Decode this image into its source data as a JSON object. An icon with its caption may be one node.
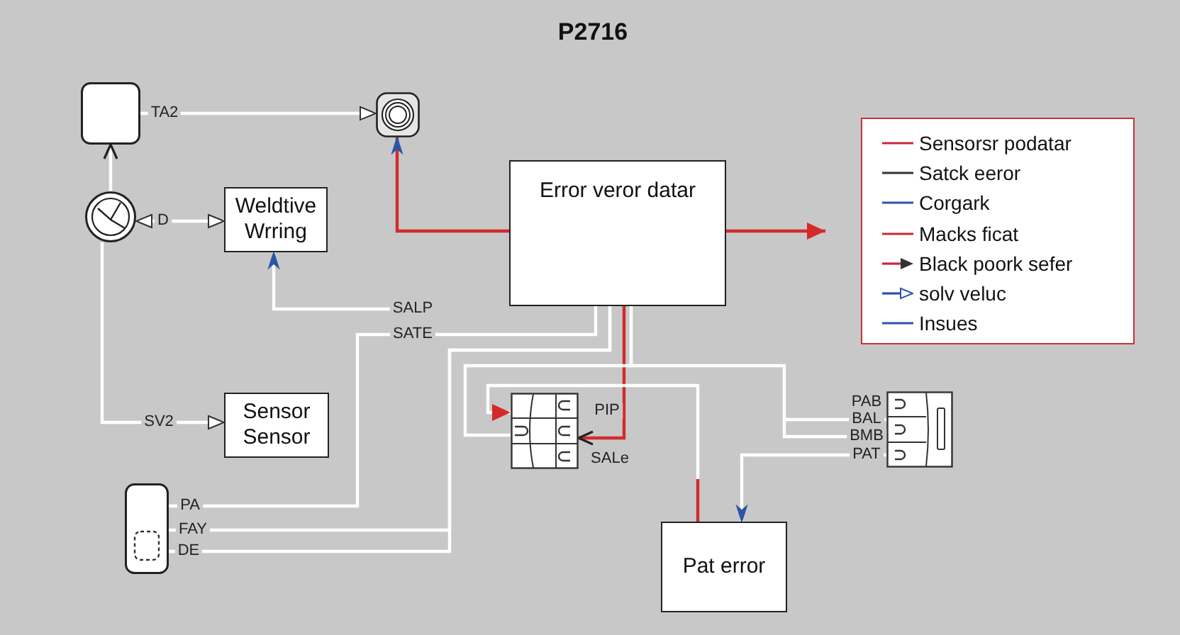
{
  "diagram": {
    "title": "P2716",
    "nodes": [
      {
        "text": [],
        "shape": "box"
      },
      {
        "text": [],
        "shape": "picture"
      },
      {
        "text": [],
        "shape": "circle"
      },
      {
        "text": [
          "Weldtive Wrring"
        ]
      },
      {
        "text": [
          "Error veror datar"
        ]
      },
      {
        "text": [
          "Sensor Sensor"
        ]
      },
      {
        "text": [],
        "shape": "picture"
      },
      {
        "text": [],
        "shape": "picture"
      },
      {
        "text": [],
        "shape": "box"
      },
      {
        "text": [
          "Pat error"
        ]
      }
    ],
    "edges": [
      {
        "from": 0,
        "to": 1,
        "arrow": "to",
        "label": "TA2"
      },
      {
        "from": 2,
        "to": 0,
        "arrow": "to"
      },
      {
        "from": 2,
        "to": 3,
        "arrow": "both",
        "label": "D"
      },
      {
        "from": 2,
        "to": 5,
        "arrow": "to",
        "label": "SV2"
      },
      {
        "from": null,
        "to": 3,
        "arrow": "to",
        "label": "SALP"
      },
      {
        "from": 4,
        "to": 1,
        "arrow": "to",
        "color": "#d42a2a"
      },
      {
        "from": 4,
        "to": null,
        "arrow": "to",
        "color": "#d42a2a"
      },
      {
        "from": 8,
        "to": 4,
        "arrow": "none",
        "label": "SATE"
      },
      {
        "from": 8,
        "to": 4,
        "arrow": "none"
      },
      {
        "from": 8,
        "to": 4,
        "arrow": "none"
      },
      {
        "from": 4,
        "to": 6,
        "arrow": "to",
        "color": "#d42a2a"
      },
      {
        "from": 4,
        "to": 6,
        "arrow": "none"
      },
      {
        "from": 4,
        "to": 7,
        "arrow": "none"
      },
      {
        "from": 9,
        "to": 6,
        "arrow": "to",
        "color": "#d42a2a"
      },
      {
        "from": 7,
        "to": 9,
        "arrow": "to"
      }
    ],
    "labels": [
      "PIP",
      "PAB",
      "BAL",
      "BMB",
      "PAT",
      "SALe",
      "PA",
      "FAY",
      "DE"
    ],
    "legend": [
      {
        "text": "Sensorsr podatar"
      },
      {
        "text": "Satck eeror"
      },
      {
        "text": "Corgark"
      },
      {
        "text": "Macks ficat"
      },
      {
        "text": "Black poork sefer"
      },
      {
        "text": "solv veluc"
      },
      {
        "text": "Insues"
      }
    ]
  }
}
